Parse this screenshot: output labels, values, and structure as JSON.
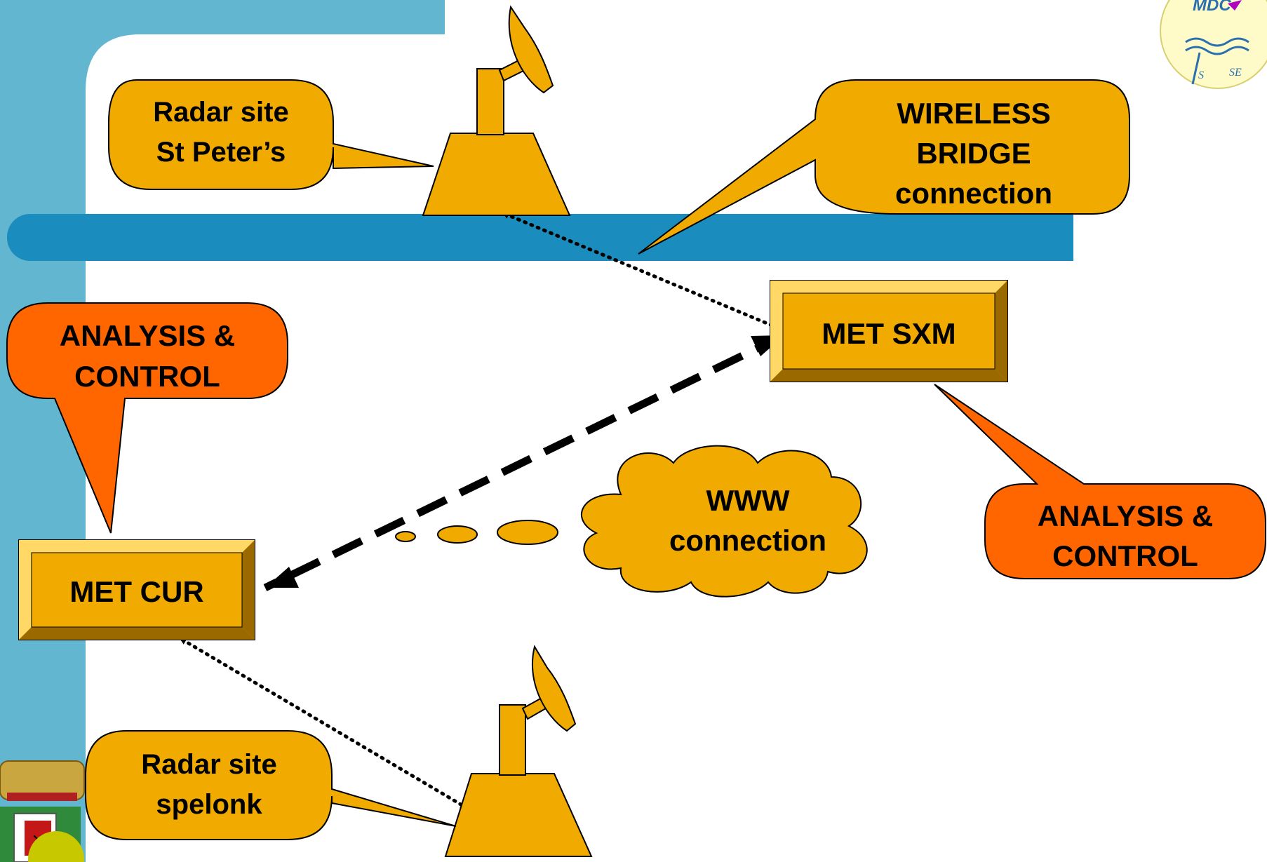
{
  "colors": {
    "accent_blue": "#1a8cbd",
    "frame_blue": "#62b6d0",
    "callout_gold": "#f0aa00",
    "callout_orange": "#ff6600",
    "box_dark": "#9a6a00",
    "box_light": "#ffd866",
    "outline": "#000000"
  },
  "labels": {
    "radar_st_peters": [
      "Radar site",
      "St Peter’s"
    ],
    "wireless_bridge": [
      "WIRELESS",
      "BRIDGE",
      "connection"
    ],
    "analysis_control_left": [
      "ANALYSIS &",
      "CONTROL"
    ],
    "analysis_control_right": [
      "ANALYSIS &",
      "CONTROL"
    ],
    "met_sxm": "MET SXM",
    "met_cur": "MET CUR",
    "www_connection": [
      "WWW",
      "connection"
    ],
    "radar_spelonk": [
      "Radar site",
      "spelonk"
    ]
  },
  "icons": {
    "top_right_logo": "mdc-logo",
    "logo_text": "MDC",
    "logo_small_text": [
      "S",
      "SE"
    ],
    "bottom_left_emblem": "coat-of-arms"
  }
}
